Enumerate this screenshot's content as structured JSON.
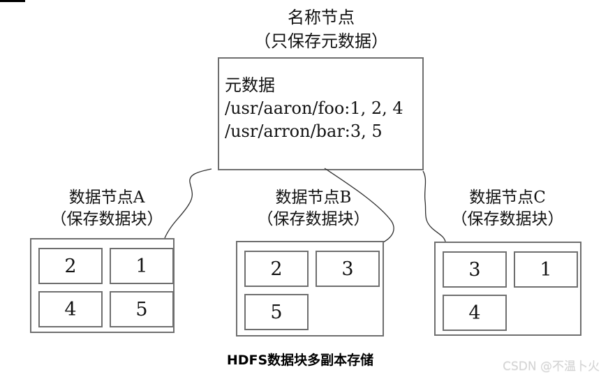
{
  "page": {
    "caption": "HDFS数据块多副本存储",
    "watermark": "CSDN @不温卜火"
  },
  "namenode": {
    "title_line1": "名称节点",
    "title_line2": "（只保存元数据）",
    "metadata": {
      "heading": "元数据",
      "entries": [
        "/usr/aaron/foo:1, 2, 4",
        "/usr/arron/bar:3, 5"
      ]
    }
  },
  "datanodes": [
    {
      "title_line1": "数据节点A",
      "title_line2": "（保存数据块）",
      "blocks": [
        "2",
        "1",
        "4",
        "5"
      ]
    },
    {
      "title_line1": "数据节点B",
      "title_line2": "（保存数据块）",
      "blocks": [
        "2",
        "3",
        "5"
      ]
    },
    {
      "title_line1": "数据节点C",
      "title_line2": "（保存数据块）",
      "blocks": [
        "3",
        "1",
        "4"
      ]
    }
  ],
  "colors": {
    "box_border": "#6e6e6e",
    "curve_line": "#2f2f2f",
    "text": "#111111",
    "watermark": "#d3d3d3"
  }
}
